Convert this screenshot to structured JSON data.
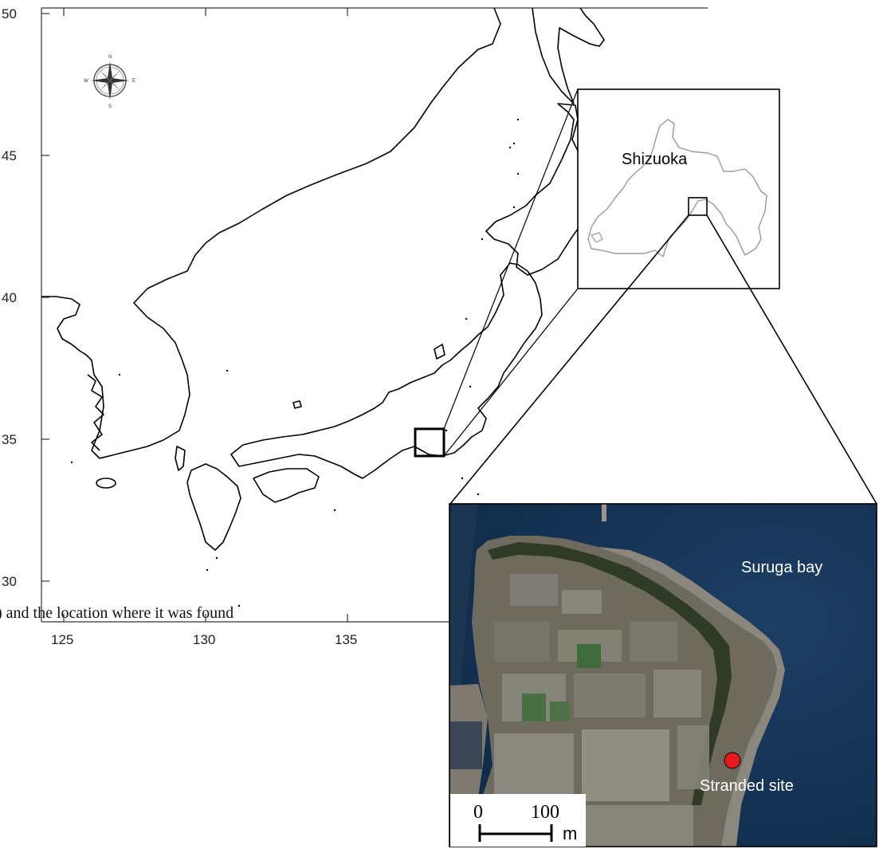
{
  "main_map": {
    "y_ticks": [
      "50",
      "45",
      "40",
      "35",
      "30"
    ],
    "x_ticks": [
      "125",
      "130",
      "135"
    ],
    "compass": {
      "n": "N",
      "s": "S",
      "e": "E",
      "w": "W"
    }
  },
  "inset_prefecture": {
    "label": "Shizuoka"
  },
  "satellite_inset": {
    "water_label": "Suruga bay",
    "site_label": "Stranded site",
    "site_color": "#e41a1c",
    "scale_bar": {
      "zero": "0",
      "hundred": "100",
      "unit": "m"
    }
  },
  "caption": ") and the location where it was found"
}
